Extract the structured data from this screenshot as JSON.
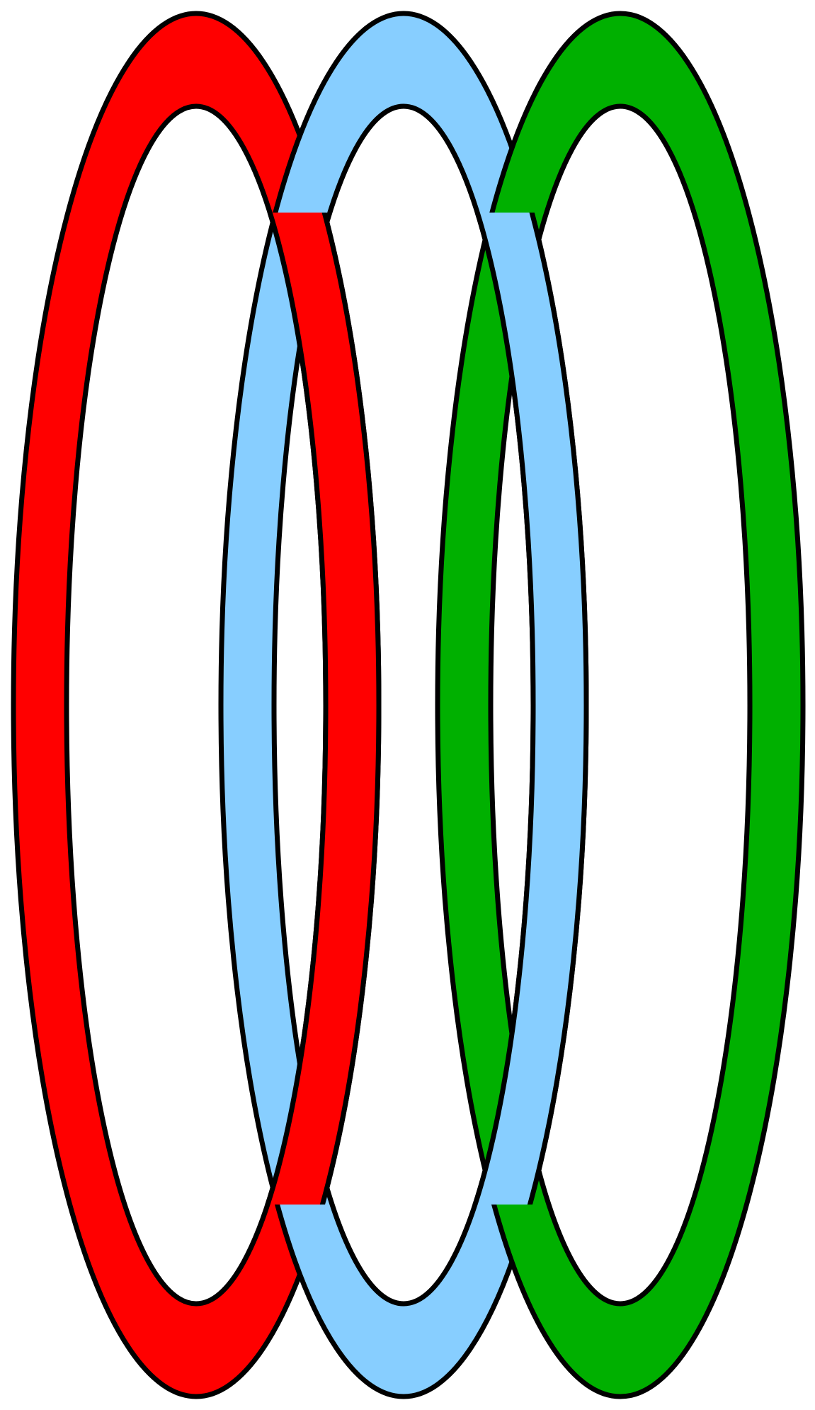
{
  "diagram": {
    "rings": [
      {
        "name": "ring-red",
        "color": "#FF0000"
      },
      {
        "name": "ring-blue",
        "color": "#87CEFF"
      },
      {
        "name": "ring-green",
        "color": "#00B000"
      }
    ],
    "outline_color": "#000000",
    "background": "#FFFFFF"
  }
}
